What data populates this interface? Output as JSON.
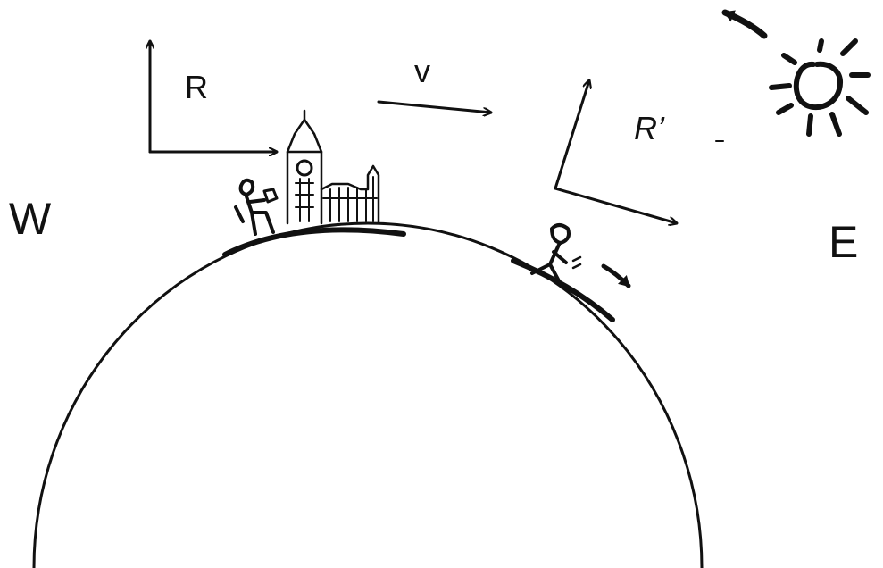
{
  "labels": {
    "west": "W",
    "east": "E",
    "frame_r": "R",
    "velocity": "v",
    "frame_r_prime": "R’"
  },
  "colors": {
    "ink": "#111111",
    "background": "#ffffff"
  }
}
